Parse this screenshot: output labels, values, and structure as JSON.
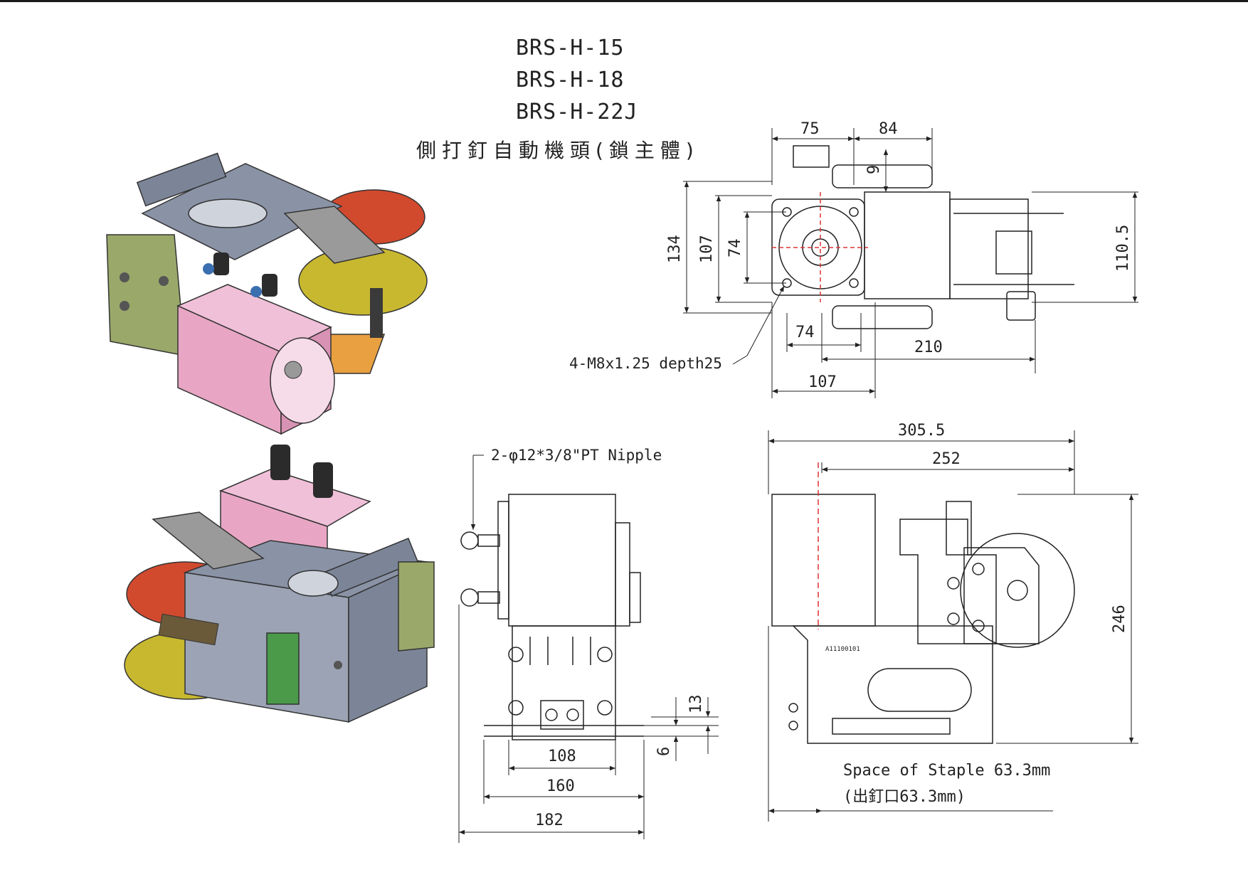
{
  "titles": {
    "model_1": "BRS-H-15",
    "model_2": "BRS-H-18",
    "model_3": "BRS-H-22J",
    "description": "側打釘自動機頭(鎖主體)"
  },
  "top_view": {
    "dim_width_left": "75",
    "dim_width_right": "84",
    "dim_small": "9",
    "dim_height_overall": "134",
    "dim_height_flange": "107",
    "dim_height_bolt": "74",
    "dim_height_right": "110.5",
    "dim_bottom_bolt": "74",
    "dim_bottom_length": "210",
    "dim_bottom_flange": "107",
    "callout_thread": "4-M8x1.25 depth25"
  },
  "front_view": {
    "callout_nipple": "2-φ12*3/8\"PT Nipple",
    "dim_13": "13",
    "dim_6": "6",
    "dim_108": "108",
    "dim_160": "160",
    "dim_182": "182"
  },
  "side_view": {
    "dim_overall_length": "305.5",
    "dim_length_252": "252",
    "dim_height": "246",
    "part_label": "A11100101",
    "note_en": "Space of Staple 63.3mm",
    "note_cn": "(出釘口63.3mm)"
  },
  "colors": {
    "motor_pink": "#e8a6c4",
    "frame_gray": "#8a93a6",
    "bracket_green": "#9aa86a",
    "disc_red": "#d24a2e",
    "disc_yellow": "#c8b830",
    "plate_orange": "#e8a040",
    "line_dark": "#222222"
  }
}
